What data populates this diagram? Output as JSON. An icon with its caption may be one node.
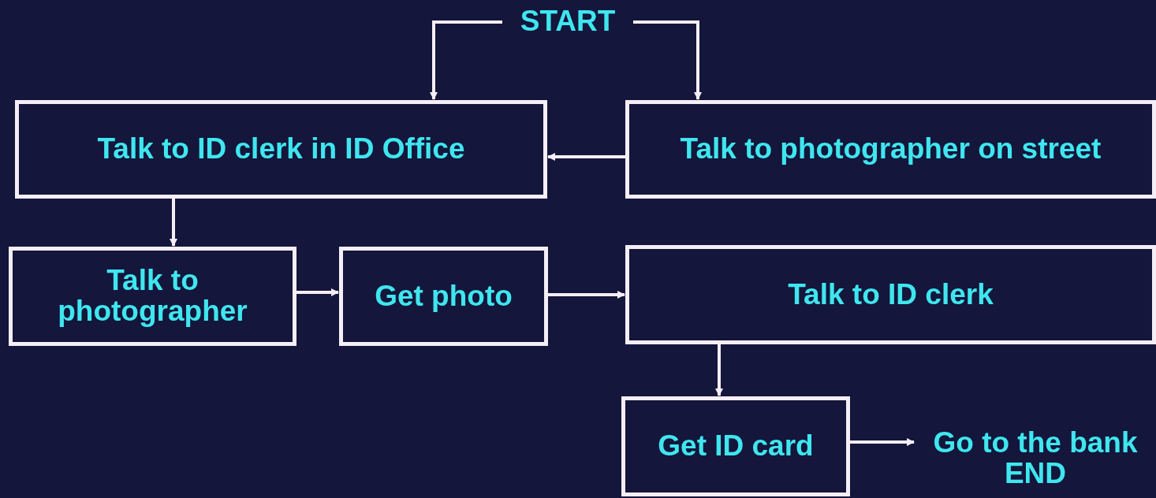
{
  "diagram": {
    "nodes": [
      {
        "text": [
          "START"
        ]
      },
      {
        "text": [
          "Talk to ID clerk in ID Office"
        ]
      },
      {
        "text": [
          "Talk to photographer on street"
        ]
      },
      {
        "text": [
          "Talk to photographer"
        ]
      },
      {
        "text": [
          "Get photo"
        ]
      },
      {
        "text": [
          "Talk to ID clerk"
        ]
      },
      {
        "text": [
          "Get ID card"
        ]
      },
      {
        "text": [
          "Go to the bank",
          "END"
        ]
      }
    ],
    "edges": [
      {
        "from": 0,
        "to": 1,
        "arrow": "to"
      },
      {
        "from": 0,
        "to": 2,
        "arrow": "to"
      },
      {
        "from": 2,
        "to": 1,
        "arrow": "to"
      },
      {
        "from": 1,
        "to": 3,
        "arrow": "to"
      },
      {
        "from": 3,
        "to": 4,
        "arrow": "to"
      },
      {
        "from": 4,
        "to": 5,
        "arrow": "to"
      },
      {
        "from": 5,
        "to": 6,
        "arrow": "to"
      },
      {
        "from": 6,
        "to": 7,
        "arrow": "to"
      }
    ]
  }
}
